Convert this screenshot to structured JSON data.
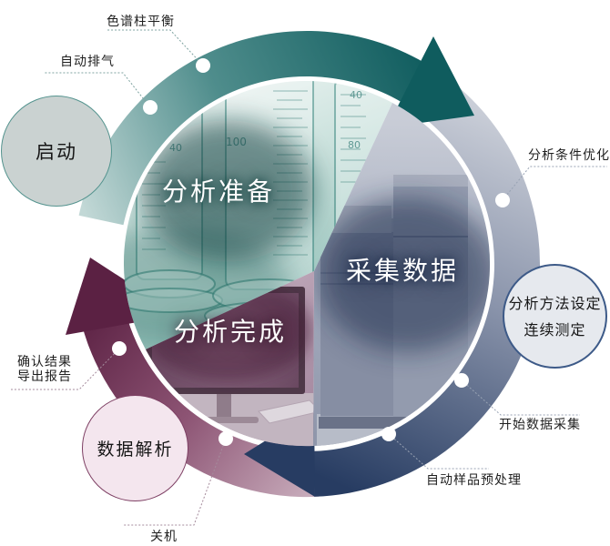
{
  "diagram": {
    "segments": [
      {
        "id": "preparation",
        "label": "分析准备"
      },
      {
        "id": "acquisition",
        "label": "采集数据"
      },
      {
        "id": "completion",
        "label": "分析完成"
      }
    ],
    "satellites": [
      {
        "id": "start",
        "label": "启动"
      },
      {
        "id": "method",
        "line1": "分析方法设定",
        "line2": "连续测定"
      },
      {
        "id": "data-analysis",
        "label": "数据解析"
      }
    ],
    "steps": [
      {
        "id": "column-equilibration",
        "label": "色谱柱平衡"
      },
      {
        "id": "auto-degas",
        "label": "自动排气"
      },
      {
        "id": "condition-optimization",
        "label": "分析条件优化"
      },
      {
        "id": "start-acquisition",
        "label": "开始数据采集"
      },
      {
        "id": "auto-sample-pretreatment",
        "label": "自动样品预处理"
      },
      {
        "id": "shutdown",
        "label": "关机"
      },
      {
        "id": "confirm-results",
        "line1": "确认结果",
        "line2": "导出报告"
      }
    ],
    "scale_marks": [
      "40",
      "100",
      "40",
      "80"
    ],
    "colors": {
      "teal": "#0f5c5e",
      "navy": "#273c62",
      "maroon": "#5b2143",
      "teal_light": "#c2d8d6",
      "navy_light": "#cdd1da",
      "maroon_light": "#c9aebd",
      "dot": "#ffffff"
    }
  }
}
